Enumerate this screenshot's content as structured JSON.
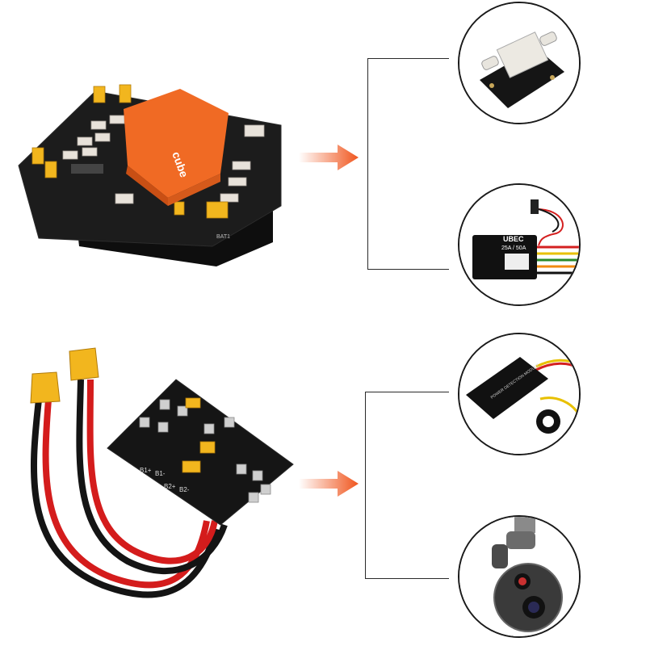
{
  "top_product": {
    "hat_logo": "cube",
    "board_label": "BAT1",
    "colors": {
      "hat": "#f06a24",
      "board": "#1c1c1c",
      "connector": "#f2b61e"
    }
  },
  "top_accessories": [
    {
      "name": "airspeed-sensor",
      "markings": ""
    },
    {
      "name": "ubec-module",
      "brand": "UBEC",
      "rating": "25A / 50A"
    }
  ],
  "bottom_product": {
    "board_labels": [
      "B1+",
      "B1-",
      "B2+",
      "B2-"
    ],
    "colors": {
      "board": "#151515",
      "connector": "#f2b61e",
      "red_wire": "#d41c1c",
      "black_wire": "#141414"
    }
  },
  "bottom_accessories": [
    {
      "name": "power-detection-module",
      "label": "POWER DETECTION MODULE"
    },
    {
      "name": "gimbal-camera",
      "markings": ""
    }
  ],
  "colors": {
    "arrow": "#f0561e",
    "line": "#2a2a2a"
  }
}
